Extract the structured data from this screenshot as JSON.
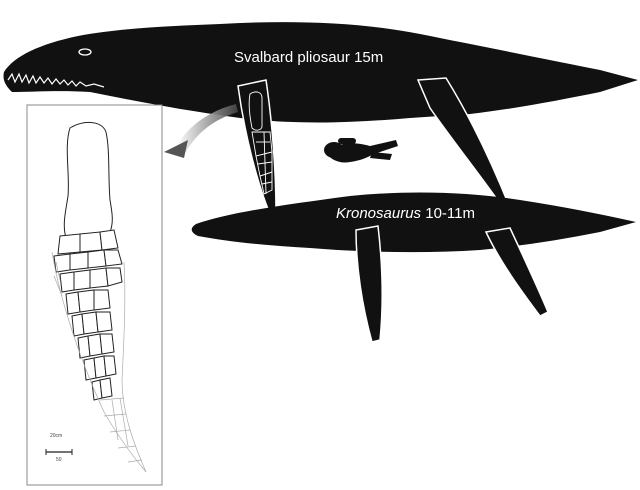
{
  "labels": {
    "svalbard_label": "Svalbard pliosaur 15m",
    "kronosaurus_genus": "Kronosaurus",
    "kronosaurus_size": " 10-11m"
  },
  "inset": {
    "scale_top_text": "20cm",
    "scale_bottom_text": "50"
  },
  "colors": {
    "silhouette": "#111111",
    "background": "#ffffff",
    "label_text": "#ffffff",
    "inset_border": "#888888",
    "bone_outline": "#222222",
    "arrow": "#555555"
  }
}
